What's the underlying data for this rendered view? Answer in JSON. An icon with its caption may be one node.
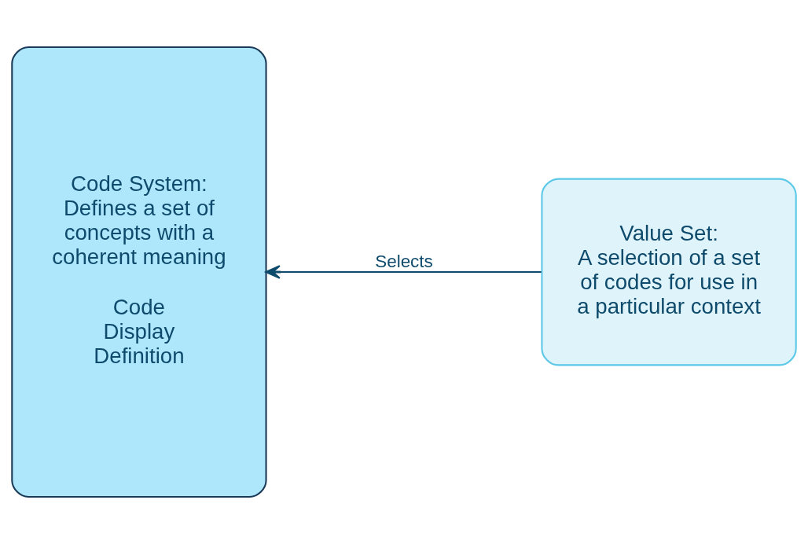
{
  "diagram": {
    "nodes": [
      {
        "text": [
          "Code System:",
          "Defines a set of concepts with a coherent meaning",
          "Code",
          "Display",
          "Definition"
        ]
      },
      {
        "text": [
          "Value Set:",
          "A selection of a set of codes for use in a particular context"
        ]
      }
    ],
    "edges": [
      {
        "from": 1,
        "to": 0,
        "arrow": "to",
        "label": "Selects"
      }
    ]
  }
}
